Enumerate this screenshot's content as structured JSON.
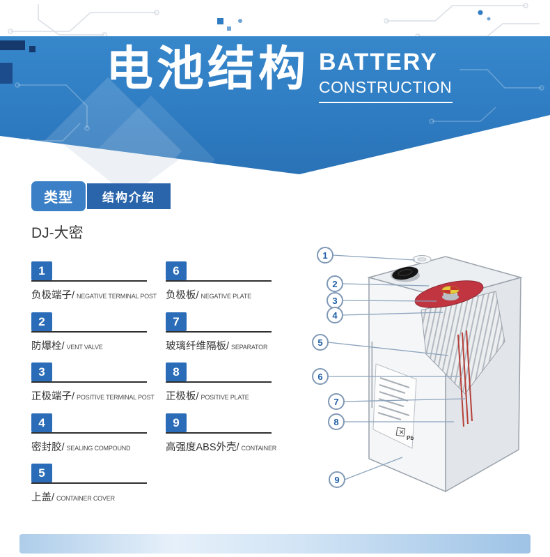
{
  "header": {
    "title_cn": "电池结构",
    "title_en_line1": "BATTERY",
    "title_en_line2": "CONSTRUCTION"
  },
  "section": {
    "type_label": "类型",
    "intro_label": "结构介绍",
    "model": "DJ-大密"
  },
  "legend": {
    "left": [
      {
        "num": "1",
        "cn": "负极端子/",
        "en": "NEGATIVE TERMINAL POST"
      },
      {
        "num": "2",
        "cn": "防爆栓/",
        "en": "VENT VALVE"
      },
      {
        "num": "3",
        "cn": "正极端子/",
        "en": "POSITIVE TERMINAL POST"
      },
      {
        "num": "4",
        "cn": "密封胶/",
        "en": "SEALING COMPOUND"
      },
      {
        "num": "5",
        "cn": "上盖/",
        "en": "CONTAINER COVER"
      }
    ],
    "right": [
      {
        "num": "6",
        "cn": "负极板/",
        "en": "NEGATIVE PLATE"
      },
      {
        "num": "7",
        "cn": "玻璃纤维隔板/",
        "en": "SEPARATOR"
      },
      {
        "num": "8",
        "cn": "正极板/",
        "en": "POSITIVE PLATE"
      },
      {
        "num": "9",
        "cn": "高强度ABS外壳/",
        "en": "CONTAINER"
      }
    ]
  },
  "diagram": {
    "callouts": [
      "1",
      "2",
      "3",
      "4",
      "5",
      "6",
      "7",
      "8",
      "9"
    ],
    "label_marks": [
      "✕",
      "Pb"
    ]
  },
  "colors": {
    "header_blue": "#2e7bc1",
    "header_dark_blue": "#16396d",
    "type_badge_blue": "#3b80c6",
    "intro_badge_blue": "#2a65ab",
    "number_badge_blue": "#2a6cb8",
    "callout_border_blue": "#7f98b5",
    "seal_red": "#c03540",
    "bottom_bar_blue": "#aecdea"
  }
}
